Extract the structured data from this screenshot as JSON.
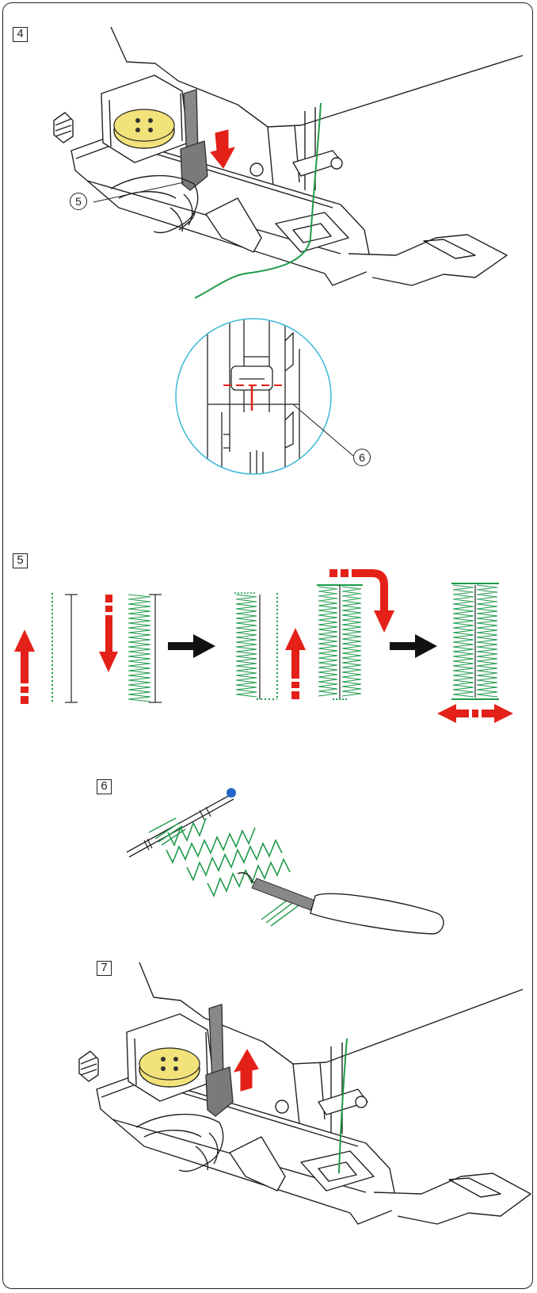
{
  "steps": [
    {
      "label": "4"
    },
    {
      "label": "5"
    },
    {
      "label": "6"
    },
    {
      "label": "7"
    }
  ],
  "callouts": [
    {
      "label": "5"
    },
    {
      "label": "6"
    }
  ],
  "colors": {
    "thread": "#1f9a4a",
    "arrow_red": "#e32119",
    "arrow_black": "#111111",
    "button": "#f2e27a",
    "magnifier": "#3db8d8",
    "pin_head": "#2166c8",
    "line": "#222222"
  }
}
